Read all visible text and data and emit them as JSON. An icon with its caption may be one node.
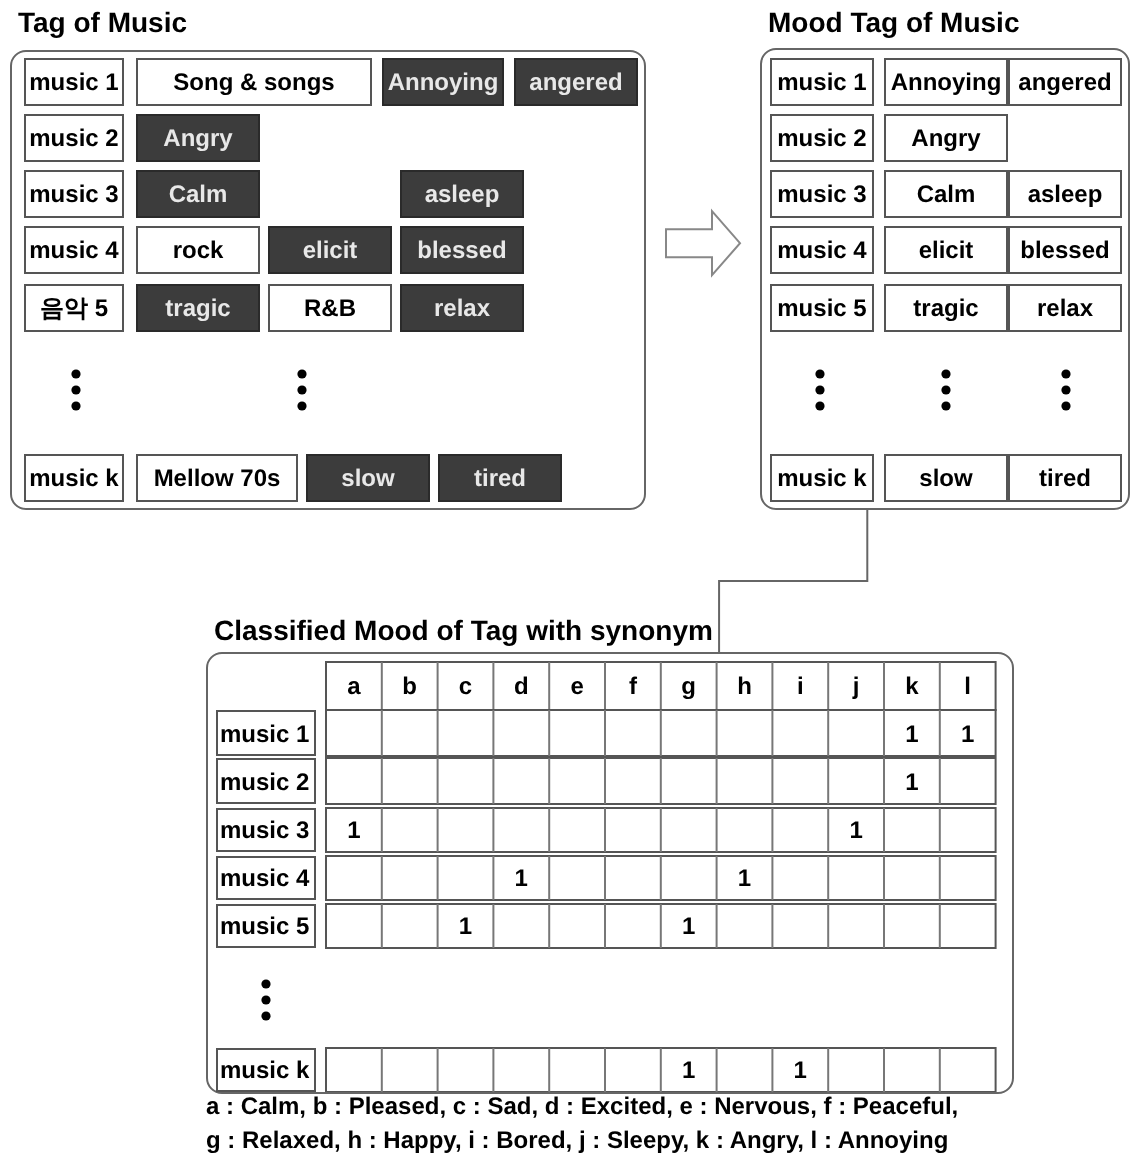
{
  "diagram": {
    "nodes": [
      {
        "text": [
          "Tag of Music"
        ]
      },
      {
        "text": [
          "music 1"
        ],
        "in": 0
      },
      {
        "text": [
          "Song & songs"
        ],
        "in": 0
      },
      {
        "text": [
          "Annoying"
        ],
        "in": 0
      },
      {
        "text": [
          "angered"
        ],
        "in": 0
      },
      {
        "text": [
          "music 2"
        ],
        "in": 0
      },
      {
        "text": [
          "Angry"
        ],
        "in": 0
      },
      {
        "text": [
          "music 3"
        ],
        "in": 0
      },
      {
        "text": [
          "Calm"
        ],
        "in": 0
      },
      {
        "text": [
          "asleep"
        ],
        "in": 0
      },
      {
        "text": [
          "music 4"
        ],
        "in": 0
      },
      {
        "text": [
          "rock"
        ],
        "in": 0
      },
      {
        "text": [
          "elicit"
        ],
        "in": 0
      },
      {
        "text": [
          "blessed"
        ],
        "in": 0
      },
      {
        "text": [
          "음악 5"
        ],
        "in": 0
      },
      {
        "text": [
          "tragic"
        ],
        "in": 0
      },
      {
        "text": [
          "R&B"
        ],
        "in": 0
      },
      {
        "text": [
          "relax"
        ],
        "in": 0
      },
      {
        "text": [
          "music k"
        ],
        "in": 0
      },
      {
        "text": [
          "Mellow 70s"
        ],
        "in": 0
      },
      {
        "text": [
          "slow"
        ],
        "in": 0
      },
      {
        "text": [
          "tired"
        ],
        "in": 0
      },
      {
        "text": [
          "Mood Tag of Music"
        ]
      },
      {
        "text": [
          "music 1"
        ],
        "in": 22
      },
      {
        "text": [
          "Annoying"
        ],
        "in": 22
      },
      {
        "text": [
          "angered"
        ],
        "in": 22
      },
      {
        "text": [
          "music 2"
        ],
        "in": 22
      },
      {
        "text": [
          "Angry"
        ],
        "in": 22
      },
      {
        "text": [
          "music 3"
        ],
        "in": 22
      },
      {
        "text": [
          "Calm"
        ],
        "in": 22
      },
      {
        "text": [
          "asleep"
        ],
        "in": 22
      },
      {
        "text": [
          "music 4"
        ],
        "in": 22
      },
      {
        "text": [
          "elicit"
        ],
        "in": 22
      },
      {
        "text": [
          "blessed"
        ],
        "in": 22
      },
      {
        "text": [
          "music 5"
        ],
        "in": 22
      },
      {
        "text": [
          "tragic"
        ],
        "in": 22
      },
      {
        "text": [
          "relax"
        ],
        "in": 22
      },
      {
        "text": [
          "music k"
        ],
        "in": 22
      },
      {
        "text": [
          "slow"
        ],
        "in": 22
      },
      {
        "text": [
          "tired"
        ],
        "in": 22
      },
      {
        "text": [
          "Classified Mood of Tag with synonym"
        ],
        "beside": [
          "a : Calm, b : Pleased, c : Sad, d : Excited, e : Nervous, f : Peaceful, g : Relaxed, h : Happy, i : Bored, j : Sleepy, k : Angry, l : Annoying"
        ]
      }
    ],
    "edges": [
      {
        "from": 0,
        "to": 22,
        "arrow": "to"
      },
      {
        "from": 22,
        "to": 40,
        "arrow": "none"
      }
    ],
    "labels": [
      "a",
      "b",
      "c",
      "d",
      "e",
      "f",
      "g",
      "h",
      "i",
      "j",
      "k",
      "l",
      "music 1",
      "1",
      "1",
      "music 2",
      "1",
      "music 3",
      "1",
      "1",
      "music 4",
      "1",
      "1",
      "music 5",
      "1",
      "1",
      "music k",
      "1",
      "1"
    ]
  }
}
